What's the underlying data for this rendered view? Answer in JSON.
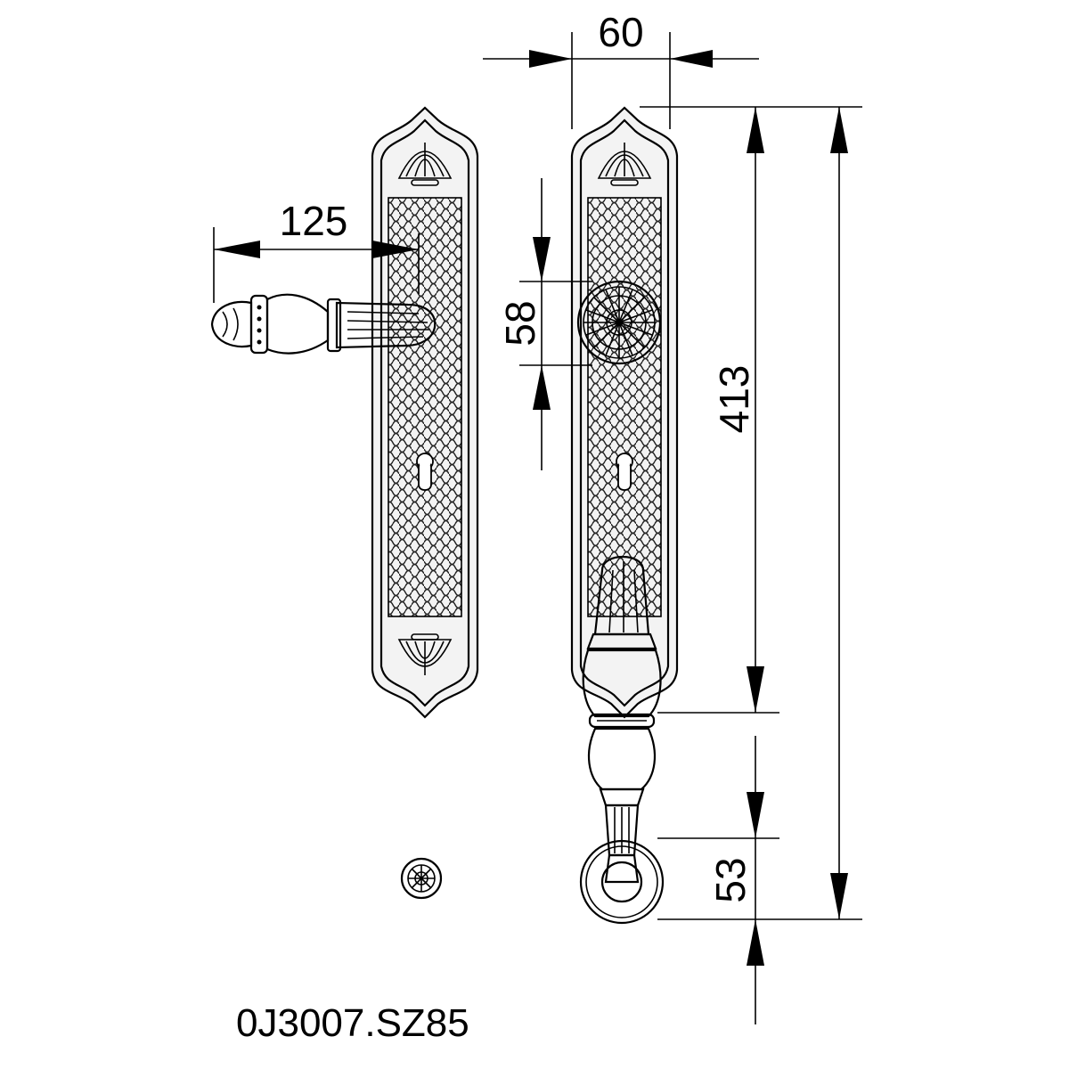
{
  "product_code": "0J3007.SZ85",
  "dimensions": {
    "plate_width": "60",
    "lever_projection": "125",
    "knob_diameter": "58",
    "overall_height": "413",
    "rosette_height": "53"
  }
}
